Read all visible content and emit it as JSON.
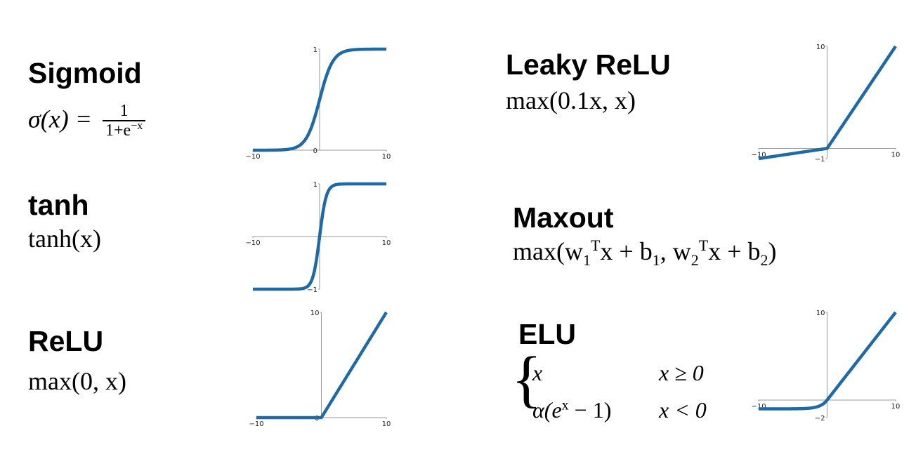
{
  "panels": {
    "sigmoid": {
      "title": "Sigmoid",
      "formula_lhs": "σ(x) =",
      "formula_num": "1",
      "formula_den_base": "1+e",
      "formula_den_exp": "−x"
    },
    "tanh": {
      "title": "tanh",
      "formula": "tanh(x)"
    },
    "relu": {
      "title": "ReLU",
      "formula": "max(0, x)"
    },
    "leaky": {
      "title": "Leaky ReLU",
      "formula": "max(0.1x, x)"
    },
    "maxout": {
      "title": "Maxout",
      "formula_a": "max(w",
      "formula_sub1": "1",
      "formula_sup1": "T",
      "formula_b": "x + b",
      "formula_sub2": "1",
      "formula_c": ", w",
      "formula_sub3": "2",
      "formula_sup2": "T",
      "formula_d": "x + b",
      "formula_sub4": "2",
      "formula_e": ")"
    },
    "elu": {
      "title": "ELU",
      "case1_expr": "x",
      "case1_cond": "x ≥ 0",
      "case2_expr_a": "α(e",
      "case2_expr_sup": "x",
      "case2_expr_b": " − 1)",
      "case2_cond": "x < 0"
    }
  },
  "colors": {
    "line": "#1f6aa5",
    "axis": "#999999"
  },
  "chart_data": [
    {
      "id": "sigmoid",
      "type": "line",
      "function": "sigmoid",
      "xlim": [
        -10,
        10
      ],
      "ylim": [
        0,
        1
      ],
      "x_ticks": [
        "−10",
        "10"
      ],
      "y_ticks": [
        "0",
        "1"
      ]
    },
    {
      "id": "tanh",
      "type": "line",
      "function": "tanh",
      "xlim": [
        -10,
        10
      ],
      "ylim": [
        -1,
        1
      ],
      "x_ticks": [
        "−10",
        "10"
      ],
      "y_ticks": [
        "−1",
        "1"
      ]
    },
    {
      "id": "relu",
      "type": "line",
      "function": "relu",
      "xlim": [
        -10,
        10
      ],
      "ylim": [
        0,
        10
      ],
      "x_ticks": [
        "−10",
        "10"
      ],
      "y_ticks": [
        "0",
        "10"
      ]
    },
    {
      "id": "leaky",
      "type": "line",
      "function": "leaky_relu",
      "xlim": [
        -10,
        10
      ],
      "ylim": [
        -1,
        10
      ],
      "x_ticks": [
        "−10",
        "10"
      ],
      "y_ticks": [
        "−1",
        "10"
      ]
    },
    {
      "id": "elu",
      "type": "line",
      "function": "elu",
      "xlim": [
        -10,
        10
      ],
      "ylim": [
        -2,
        10
      ],
      "x_ticks": [
        "−10",
        "10"
      ],
      "y_ticks": [
        "−2",
        "10"
      ]
    }
  ]
}
